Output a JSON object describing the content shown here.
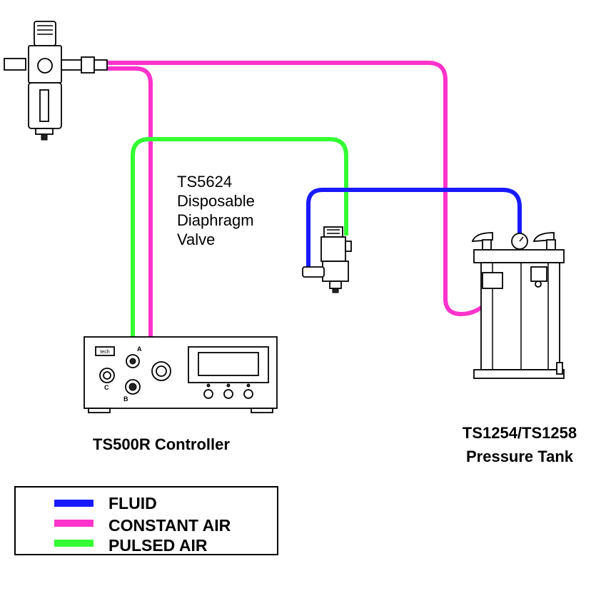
{
  "labels": {
    "valve_line1": "TS5624",
    "valve_line2": "Disposable",
    "valve_line3": "Diaphragm",
    "valve_line4": "Valve",
    "controller": "TS500R Controller",
    "tank_line1": "TS1254/TS1258",
    "tank_line2": "Pressure Tank",
    "port_a": "A",
    "port_b": "B",
    "port_c": "C"
  },
  "legend": [
    {
      "label": "FLUID",
      "color": "#1a1aff"
    },
    {
      "label": "CONSTANT AIR",
      "color": "#ff33cc"
    },
    {
      "label": "PULSED AIR",
      "color": "#33ff33"
    }
  ],
  "colors": {
    "fluid": "#1a1aff",
    "constant_air": "#ff33cc",
    "pulsed_air": "#33ff33"
  }
}
